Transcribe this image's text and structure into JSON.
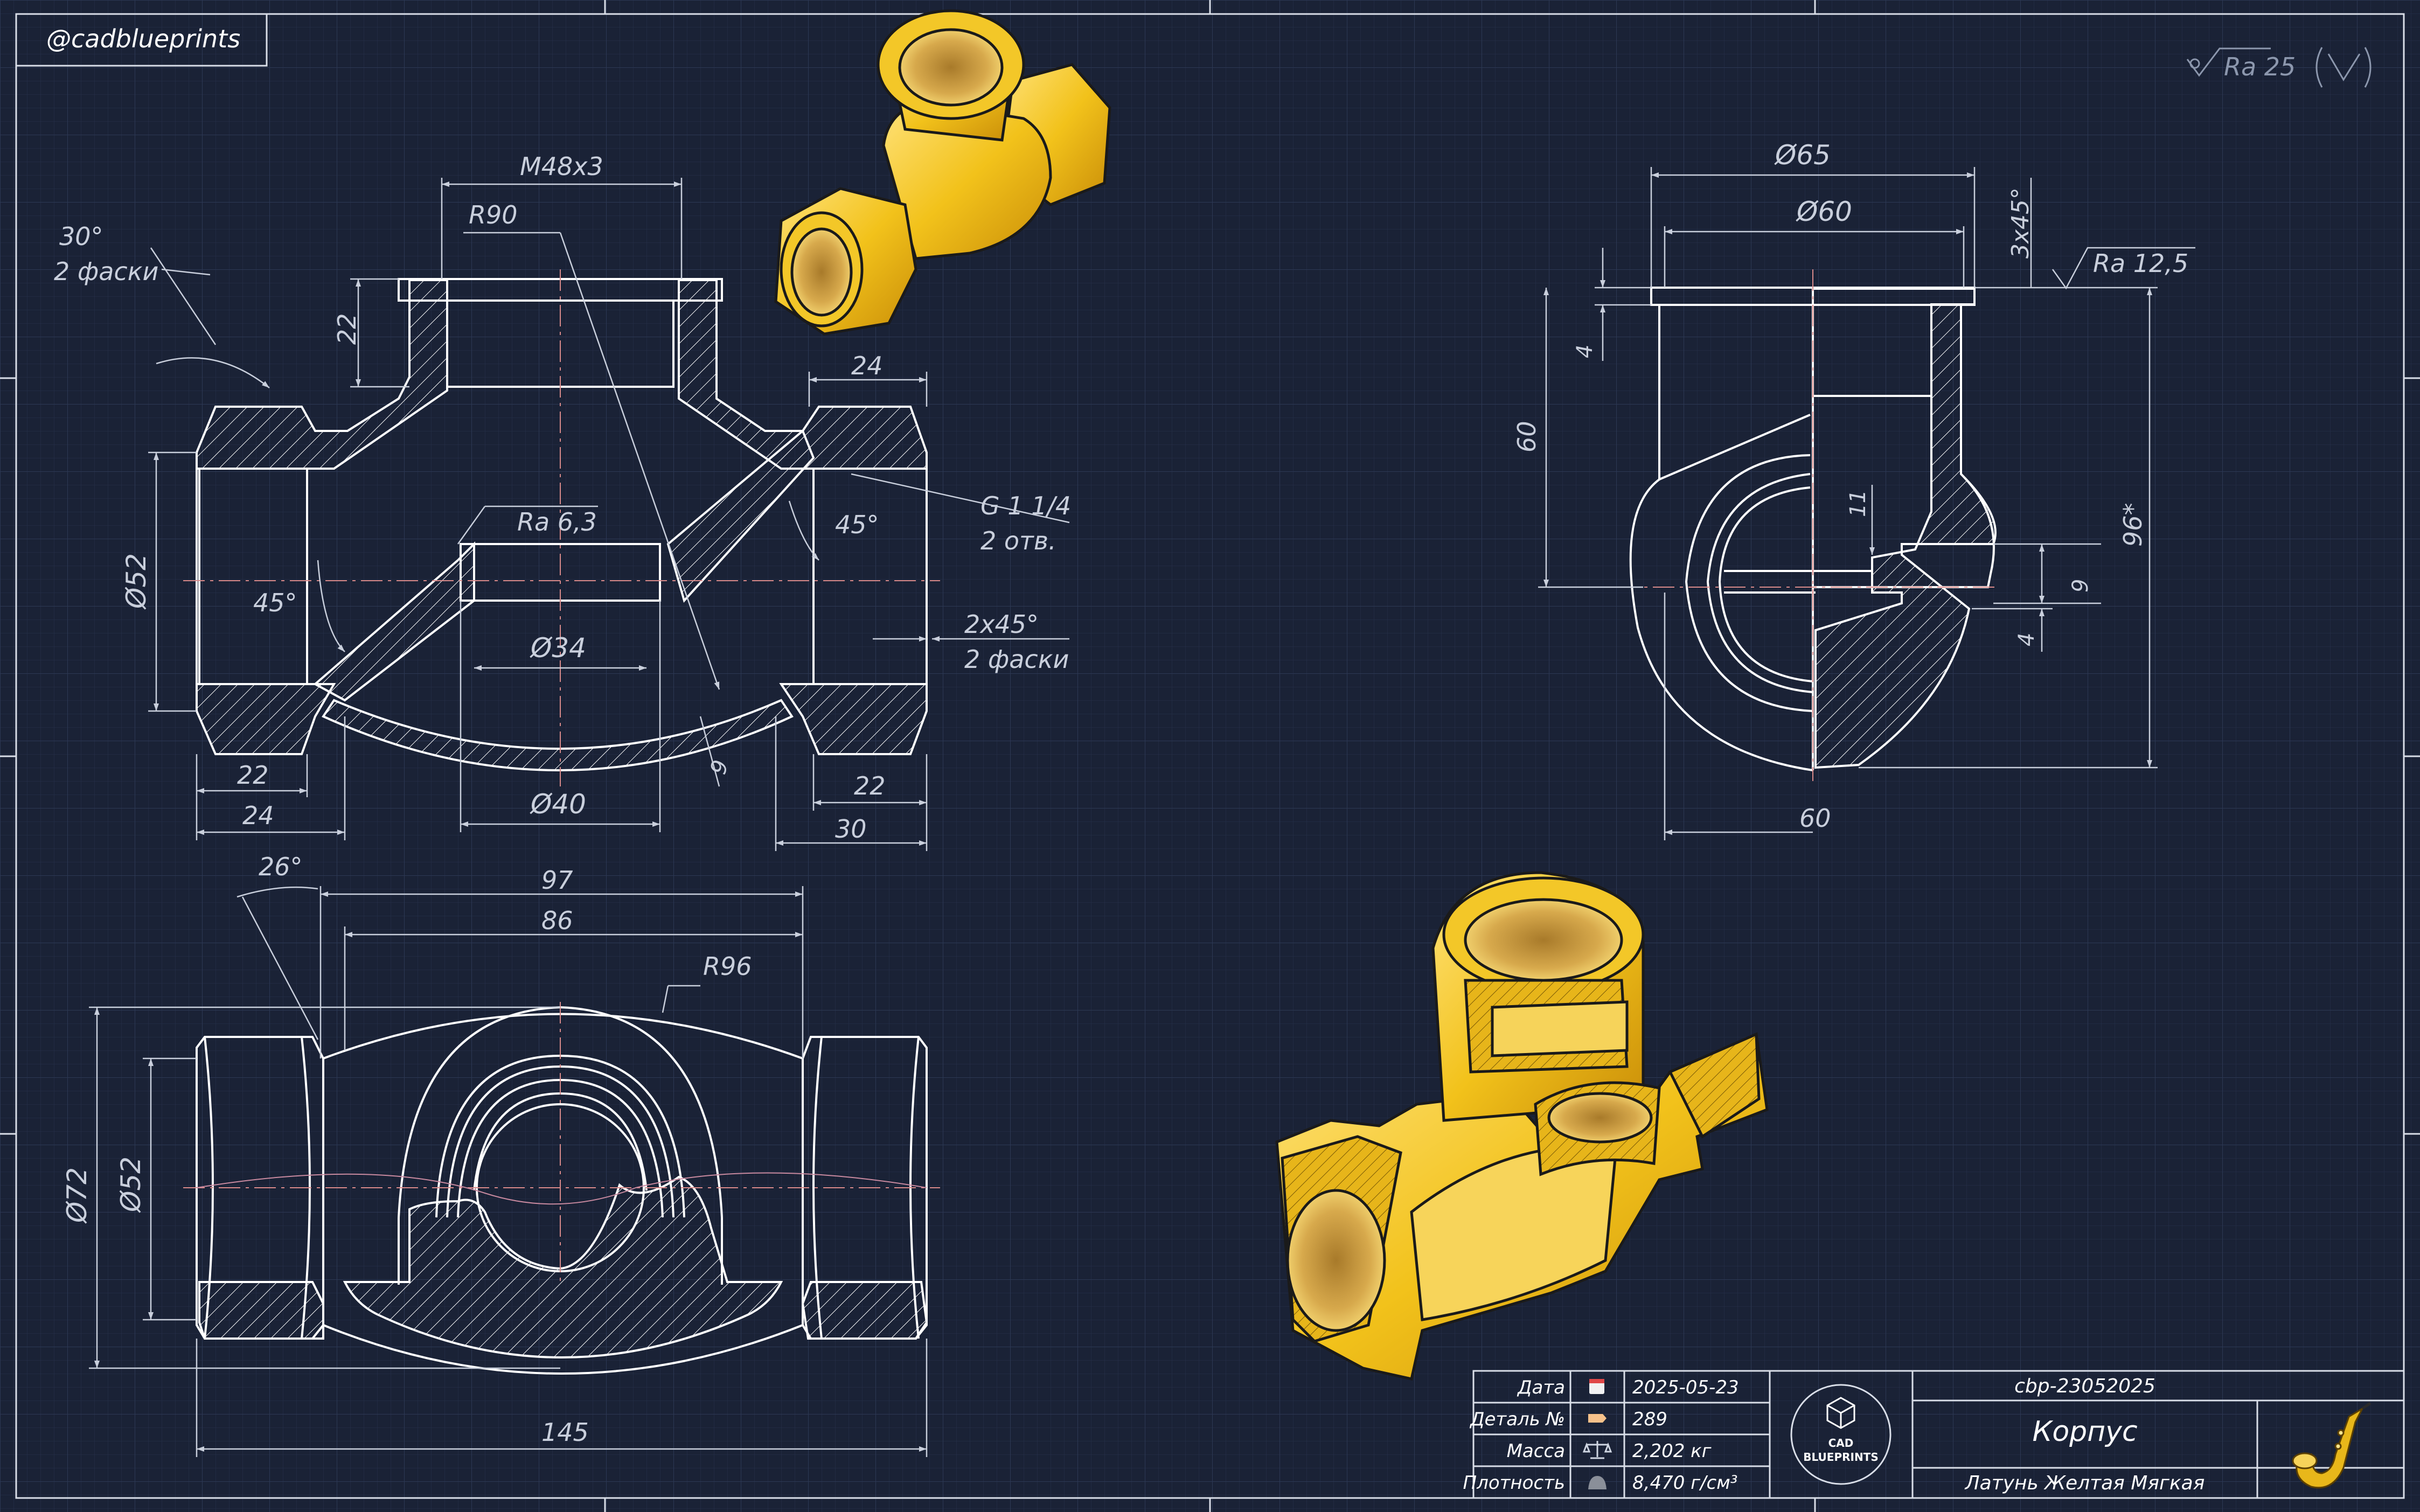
{
  "brand": {
    "handle": "@cadblueprints",
    "logo_line1": "CAD",
    "logo_line2": "BLUEPRINTS"
  },
  "roughness": {
    "general": "Ra 25",
    "top": "Ra 12,5",
    "bore": "Ra 6,3"
  },
  "front_view": {
    "thread_top": "M48x3",
    "radius_r90": "R90",
    "chamfer_angle": "30°",
    "chamfer_note": "2 фаски",
    "dim_22_top": "22",
    "dim_24_top": "24",
    "dia_52": "Ø52",
    "angle_45_left": "45°",
    "angle_45_right": "45°",
    "thread_g": "G 1 1/4",
    "thread_g_note": "2 отв.",
    "chamfer2": "2x45°",
    "chamfer2_note": "2 фаски",
    "dia_34": "Ø34",
    "dia_40": "Ø40",
    "dim_9": "9",
    "dim_22_bl": "22",
    "dim_24_bl": "24",
    "dim_22_br": "22",
    "dim_30_br": "30"
  },
  "side_view": {
    "dia_65": "Ø65",
    "dia_60": "Ø60",
    "chamfer": "3x45°",
    "dim_4_top": "4",
    "dim_60_v": "60",
    "dim_11": "11",
    "dim_9": "9",
    "dim_4_b": "4",
    "dim_96": "96*",
    "dim_60_h": "60"
  },
  "top_view": {
    "angle_26": "26°",
    "dim_97": "97",
    "dim_86": "86",
    "radius_r96": "R96",
    "dia_72": "Ø72",
    "dia_52": "Ø52",
    "dim_145": "145"
  },
  "title_block": {
    "labels": [
      "Дата",
      "Деталь №",
      "Масса",
      "Плотность"
    ],
    "values": [
      "2025-05-23",
      "289",
      "2,202 кг",
      "8,470 г/см³"
    ],
    "code": "cbp-23052025",
    "part_name": "Корпус",
    "material": "Латунь Желтая Мягкая"
  },
  "colors": {
    "background": "#1a2236",
    "line": "#ffffff",
    "dim": "#c9cfdc",
    "brass": "#f2c21b",
    "axis": "#d98a8a"
  }
}
